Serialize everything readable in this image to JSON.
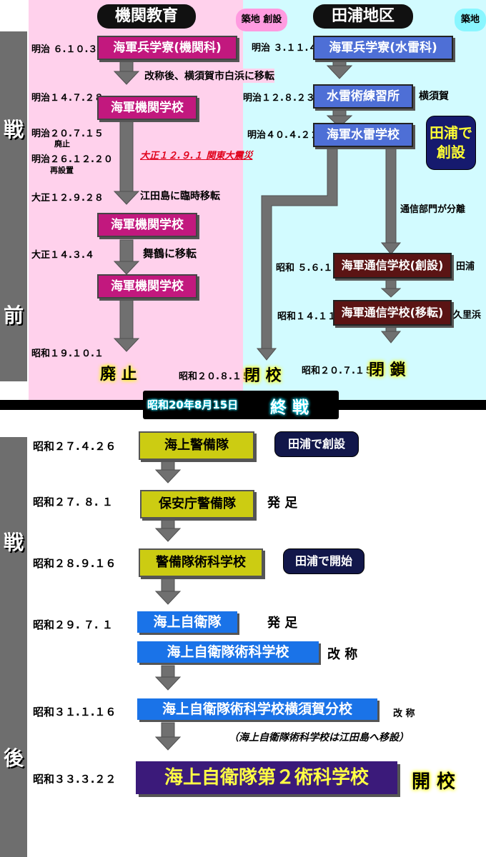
{
  "sidebar": {
    "pre": [
      "戦",
      "前"
    ],
    "post": [
      "戦",
      "後"
    ]
  },
  "headers": {
    "left": "機関教育",
    "right": "田浦地区"
  },
  "bubbles": {
    "left": "築地 創設",
    "right": "築地"
  },
  "left_col": {
    "d1": "明治 ６.１０.３",
    "b1": "海軍兵学寮(機関科)",
    "n1": "改称後、横須賀市白浜に移転",
    "d2": "明治１４.７.２８",
    "b2": "海軍機関学校",
    "d3a": "明治２０.７.１５",
    "d3b": "廃止",
    "d4a": "明治２６.１２.２０",
    "d4b": "再設置",
    "quake": "大正１２.９.１ 関東大震災",
    "d5": "大正１２.９.２８",
    "n5": "江田島に臨時移転",
    "b3": "海軍機関学校",
    "d6": "大正１４.３.４",
    "n6": "舞鶴に移転",
    "b4": "海軍機関学校",
    "d7": "昭和１９.１０.１",
    "end": "廃 止"
  },
  "right_col": {
    "d1": "明治 ３.１１.４",
    "b1": "海軍兵学寮(水雷科)",
    "d2": "明治１２.８.２３",
    "b2": "水雷術練習所",
    "p2": "横須賀",
    "d3": "明治４０.４.２２",
    "b3": "海軍水雷学校",
    "flag": "田浦で\n創設",
    "n4": "通信部門が分離",
    "d5": "昭和 ５.６.１",
    "b5": "海軍通信学校(創設)",
    "p5": "田浦",
    "d6": "昭和１４.１１",
    "b6": "海軍通信学校(移転)",
    "p6": "久里浜",
    "d7": "昭和２０.８.１５",
    "end7": "閉 校",
    "d8": "昭和２０.７.１５",
    "end8": "閉 鎖"
  },
  "banner": {
    "date": "昭和20年8月15日",
    "word": "終 戦"
  },
  "post": {
    "d1": "昭和２７.４.２６",
    "b1": "海上警備隊",
    "f1": "田浦で創設",
    "d2": "昭和２７. ８. １",
    "b2": "保安庁警備隊",
    "s2": "発 足",
    "d3": "昭和２８.９.１６",
    "b3": "警備隊術科学校",
    "f3": "田浦で開始",
    "d4": "昭和２９. ７. １",
    "b4a": "海上自衛隊",
    "s4a": "発 足",
    "b4b": "海上自衛隊術科学校",
    "s4b": "改 称",
    "d5": "昭和３１.１.１６",
    "b5": "海上自衛隊術科学校横須賀分校",
    "s5": "改 称",
    "n5": "（海上自衛隊術科学校は江田島へ移設）",
    "d6": "昭和３３.３.２２",
    "b6": "海上自衛隊第２術科学校",
    "s6": "開 校"
  },
  "colors": {
    "pink_bg": "#ffd1ec",
    "cyan_bg": "#d2fbff",
    "pink_box": "#c2187e",
    "blue_box": "#4e6fd6",
    "arrow": "#707070"
  }
}
